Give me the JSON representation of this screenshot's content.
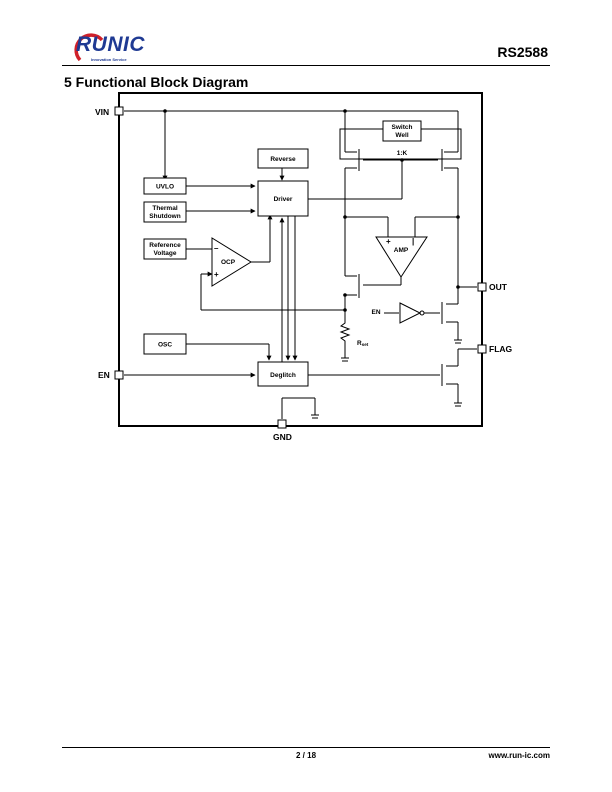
{
  "header": {
    "logo_text": "RUNIC",
    "logo_tagline": "Innovation Service",
    "part_number": "RS2588",
    "brand_colors": {
      "blue": "#1f3a93",
      "red": "#d0202a"
    }
  },
  "section_title": "5 Functional Block Diagram",
  "blocks": {
    "uvlo": "UVLO",
    "thermal_1": "Thermal",
    "thermal_2": "Shutdown",
    "reference_1": "Reference",
    "reference_2": "Voltage",
    "osc": "OSC",
    "reverse": "Reverse",
    "driver": "Driver",
    "deglitch": "Deglitch",
    "switch_well_1": "Switch",
    "switch_well_2": "Well",
    "ratio": "1:K",
    "amp": "AMP",
    "ocp": "OCP",
    "en_internal": "EN",
    "rset_main": "R",
    "rset_sub": "set"
  },
  "pins": {
    "vin": "VIN",
    "en": "EN",
    "out": "OUT",
    "flag": "FLAG",
    "gnd": "GND"
  },
  "footer": {
    "page": "2 / 18",
    "website": "www.run-ic.com"
  }
}
